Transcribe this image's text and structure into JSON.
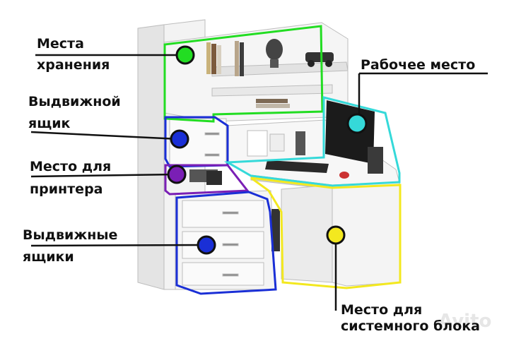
{
  "labels": {
    "storage": [
      "Места",
      "хранения"
    ],
    "drawer": [
      "Выдвижной",
      "ящик"
    ],
    "printer": [
      "Место для",
      "принтера"
    ],
    "drawers": [
      "Выдвижные",
      "ящики"
    ],
    "workplace": "Рабочее место",
    "system_unit": [
      "Место для",
      "системного блока"
    ]
  },
  "watermark": "Avito",
  "colors": {
    "storage_zone": "#22dd22",
    "drawer_zone": "#1a2fd6",
    "printer_zone": "#7a1fb5",
    "workplace_zone": "#35d9d9",
    "system_unit_zone": "#f3e81f",
    "leader_line": "#111111",
    "furniture": "#f2f2f2",
    "furniture_shade": "#d9d9d9"
  },
  "icons": [
    "circle-marker",
    "monitor",
    "keyboard",
    "lamp",
    "books",
    "car-model"
  ]
}
